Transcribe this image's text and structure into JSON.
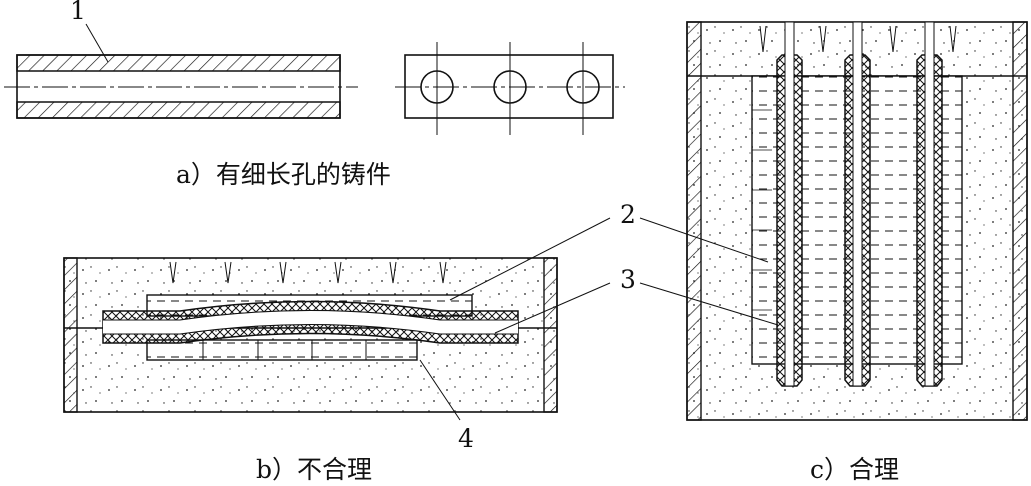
{
  "captions": {
    "a": "a）有细长孔的铸件",
    "b": "b）不合理",
    "c": "c）合理"
  },
  "labels": {
    "one": "1",
    "two": "2",
    "three": "3",
    "four": "4"
  },
  "colors": {
    "line": "#111111",
    "background": "#ffffff"
  }
}
